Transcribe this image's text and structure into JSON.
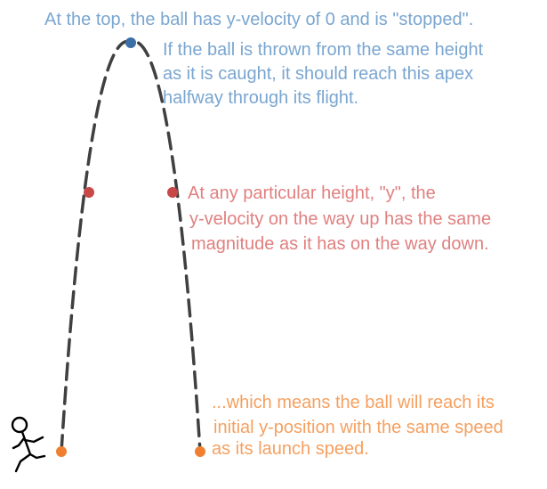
{
  "colors": {
    "path": "#404040",
    "apex_dot": "#3a6fa8",
    "mid_dot": "#c84848",
    "end_dot": "#f08030",
    "blue_text": "#7aa6d0",
    "red_text": "#e08080",
    "orange_text": "#f5a060",
    "stick_figure": "#000000"
  },
  "icons": {
    "thrower": "stick-figure-icon"
  },
  "apex_note": {
    "title": "At the top, the ball has y-velocity of 0 and is \"stopped\".",
    "line1": "If the ball is thrown from the same height",
    "line2": "as it is caught, it should reach this apex",
    "line3": "halfway through its flight."
  },
  "height_note": {
    "line1": "At any particular height, \"y\", the",
    "line2": "y-velocity on the way up has the same",
    "line3": "magnitude as it has on the way down."
  },
  "landing_note": {
    "line1": "...which means the ball will reach its",
    "line2": "initial y-position with the same speed",
    "line3": "as its launch speed."
  }
}
